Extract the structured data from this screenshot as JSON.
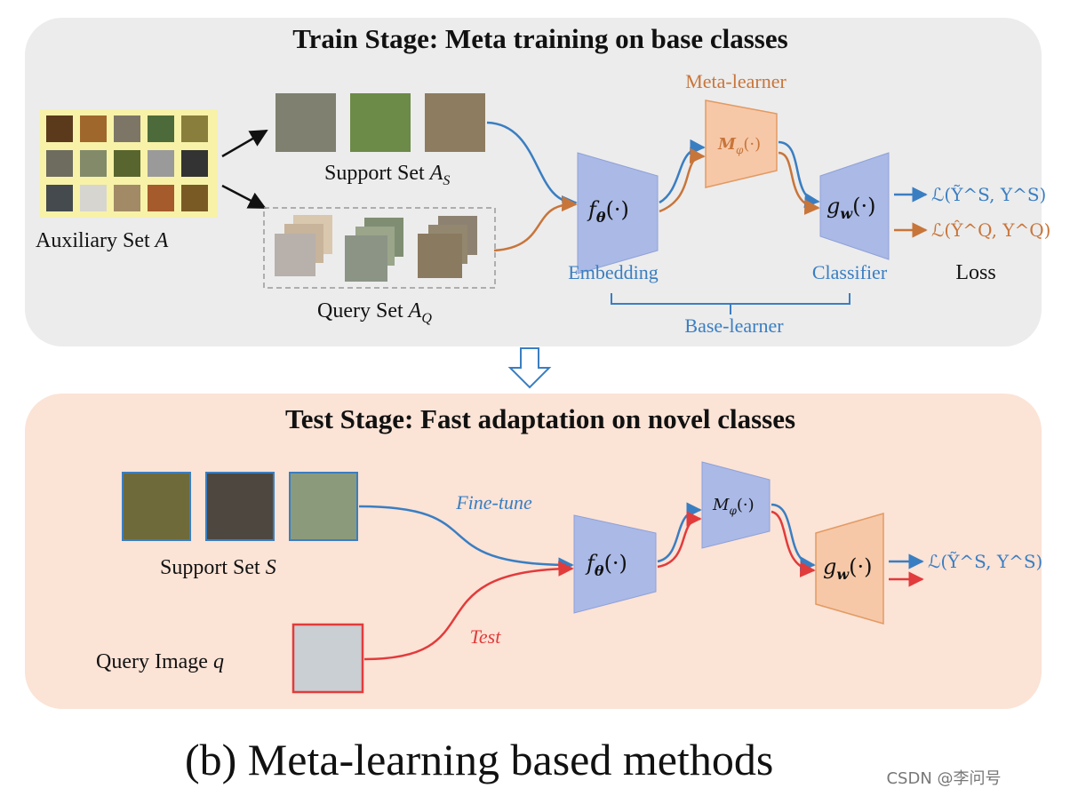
{
  "train": {
    "title": "Train Stage: Meta training on base classes",
    "aux_label": "Auxiliary Set ",
    "aux_var": "A",
    "support_label": "Support Set ",
    "support_var": "A",
    "support_sub": "S",
    "query_label": "Query Set ",
    "query_var": "A",
    "query_sub": "Q",
    "meta_learner": "Meta-learner",
    "meta_fn": "M",
    "meta_fn_sub": "φ",
    "meta_fn_arg": "(·)",
    "embed_fn": "f",
    "embed_fn_sub": "θ",
    "embed_fn_arg": "(·)",
    "cls_fn": "g",
    "cls_fn_sub": "w",
    "cls_fn_arg": "(·)",
    "embedding_label": "Embedding",
    "classifier_label": "Classifier",
    "base_learner_label": "Base-learner",
    "loss_label": "Loss",
    "loss_support": "ℒ(Ỹ^S, Y^S)",
    "loss_query": "ℒ(Ŷ^Q, Y^Q)"
  },
  "test": {
    "title": "Test Stage: Fast adaptation on novel classes",
    "support_label": "Support Set ",
    "support_var": "S",
    "query_label": "Query Image ",
    "query_var": "q",
    "finetune_label": "Fine-tune",
    "test_label": "Test",
    "meta_fn": "M",
    "meta_fn_sub": "φ",
    "meta_fn_arg": "(·)",
    "embed_fn": "f",
    "embed_fn_sub": "θ",
    "embed_fn_arg": "(·)",
    "cls_fn": "g",
    "cls_fn_sub": "w",
    "cls_fn_arg": "(·)",
    "loss_support": "ℒ(Ỹ^S, Y^S)"
  },
  "caption": "(b) Meta-learning based methods",
  "watermark": "CSDN @李问号",
  "colors": {
    "train_bg": "#ececec",
    "test_bg": "#fbe3d6",
    "blue_shape": "#aab9e6",
    "orange_shape": "#f6c8a8",
    "blue_line": "#3a7ec2",
    "orange_line": "#c8753a",
    "red_line": "#e23b3b"
  }
}
